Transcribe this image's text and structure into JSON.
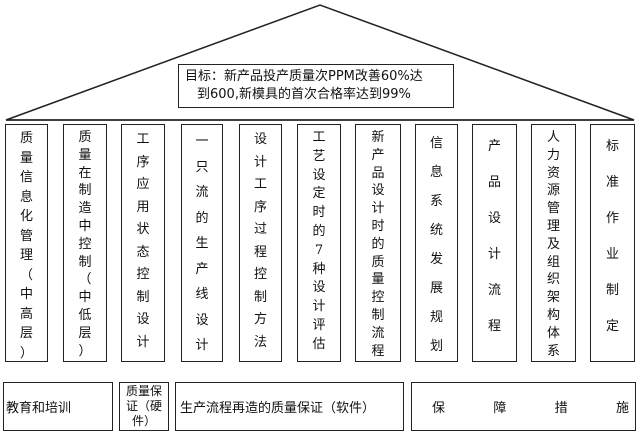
{
  "goal": {
    "line1": "目标：新产品投产质量次PPM改善60%达",
    "line2": "到600,新模具的首次合格率达到99%"
  },
  "pillars": [
    {
      "text": "质\n量\n信\n息\n化\n管\n理\n（\n中\n高\n层\n）",
      "lh": 19.5
    },
    {
      "text": "质\n量\n在\n制\n造\n中\n控\n制\n（\n中\n低\n层\n）",
      "lh": 17.8
    },
    {
      "text": "工\n序\n应\n用\n状\n态\n控\n制\n设\n计",
      "lh": 22.5
    },
    {
      "text": "一\n只\n流\n的\n生\n产\n线\n设\n计",
      "lh": 25.5
    },
    {
      "text": "设\n计\n工\n序\n过\n程\n控\n制\n方\n法",
      "lh": 22.5
    },
    {
      "text": "工\n艺\n设\n定\n时\n的\n7\n种\n设\n计\n评\n估",
      "lh": 18.8
    },
    {
      "text": "新\n产\n品\n设\n计\n时\n的\n质\n量\n控\n制\n流\n程",
      "lh": 17.8
    },
    {
      "text": "信\n息\n系\n统\n发\n展\n规\n划",
      "lh": 29
    },
    {
      "text": "产\n品\n设\n计\n流\n程",
      "lh": 36
    },
    {
      "text": "人\n力\n资\n源\n管\n理\n及\n组\n织\n架\n构\n体\n系",
      "lh": 17.8
    },
    {
      "text": "标\n准\n作\n业\n制\n定",
      "lh": 36
    }
  ],
  "base": {
    "education": "教育和培训",
    "hardware_qa": "质量保证（硬件）",
    "software_qa": "生产流程再造的质量保证（软件）",
    "support": [
      "保",
      "障",
      "措",
      "施"
    ]
  }
}
